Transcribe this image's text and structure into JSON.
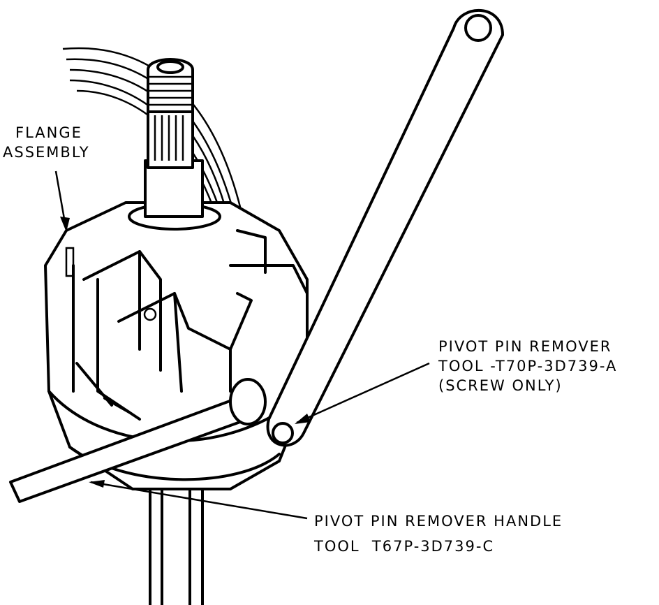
{
  "labels": {
    "flange_assembly": [
      "FLANGE",
      "ASSEMBLY"
    ],
    "pivot_pin_remover_tool": [
      "PIVOT PIN REMOVER",
      "TOOL -T70P-3D739-A",
      "(SCREW ONLY)"
    ],
    "pivot_pin_remover_handle_tool": [
      "PIVOT PIN REMOVER HANDLE",
      "TOOL  T67P-3D739-C"
    ]
  }
}
